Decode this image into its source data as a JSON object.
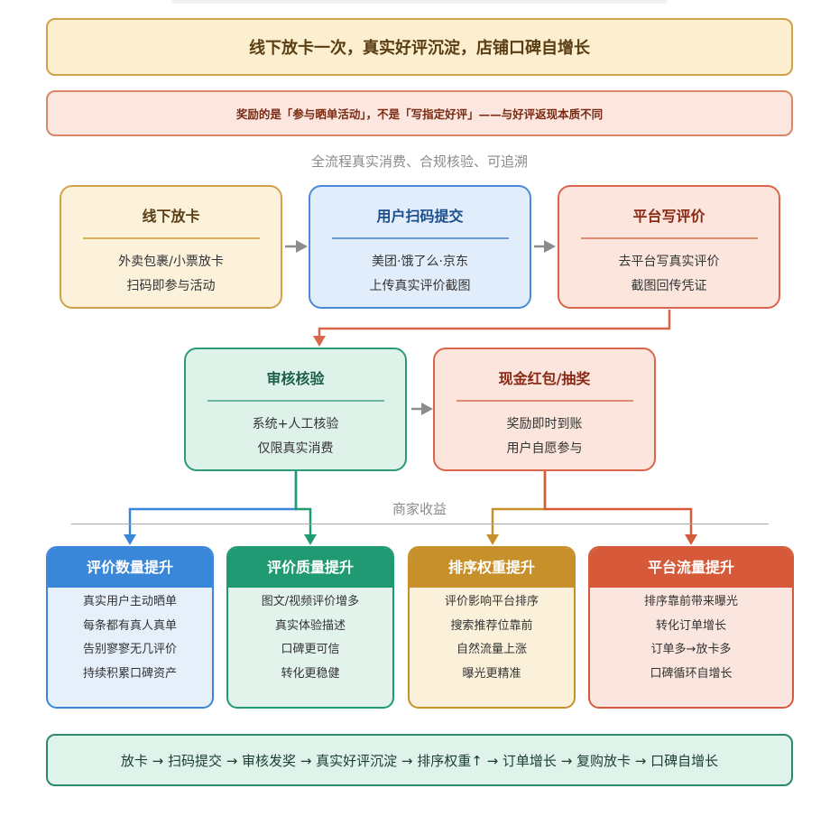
{
  "banner": {
    "title": "线下放卡一次，真实好评沉淀，店铺口碑自增长",
    "note": "奖励的是「参与晒单活动」，不是「写指定好评」——与好评返现本质不同"
  },
  "process_caption": "全流程真实消费、合规核验、可追溯",
  "steps": [
    {
      "title": "线下放卡",
      "lines": [
        "外卖包裹/小票放卡",
        "扫码即参与活动"
      ]
    },
    {
      "title": "用户扫码提交",
      "lines": [
        "美团·饿了么·京东",
        "上传真实评价截图"
      ]
    },
    {
      "title": "平台写评价",
      "lines": [
        "去平台写真实评价",
        "截图回传凭证"
      ]
    },
    {
      "title": "审核核验",
      "lines": [
        "系统+人工核验",
        "仅限真实消费"
      ]
    },
    {
      "title": "现金红包/抽奖",
      "lines": [
        "奖励即时到账",
        "用户自愿参与"
      ]
    }
  ],
  "benefits_caption": "商家收益",
  "benefits": [
    {
      "title": "评价数量提升",
      "items": [
        "真实用户主动晒单",
        "每条都有真人真单",
        "告别寥寥无几评价",
        "持续积累口碑资产"
      ]
    },
    {
      "title": "评价质量提升",
      "items": [
        "图文/视频评价增多",
        "真实体验描述",
        "口碑更可信",
        "转化更稳健"
      ]
    },
    {
      "title": "排序权重提升",
      "items": [
        "评价影响平台排序",
        "搜索推荐位靠前",
        "自然流量上涨",
        "曝光更精准"
      ]
    },
    {
      "title": "平台流量提升",
      "items": [
        "排序靠前带来曝光",
        "转化订单增长",
        "订单多→放卡多",
        "口碑循环自增长"
      ]
    }
  ],
  "footer": "放卡 → 扫码提交 → 审核发奖 → 真实好评沉淀 → 排序权重↑ → 订单增长 → 复购放卡 → 口碑自增长",
  "colors": {
    "gold": "#d0a24a",
    "blue": "#4a8ad6",
    "red": "#d9664a",
    "green": "#2a9a78",
    "arrow_gray": "#8c8c8c"
  }
}
